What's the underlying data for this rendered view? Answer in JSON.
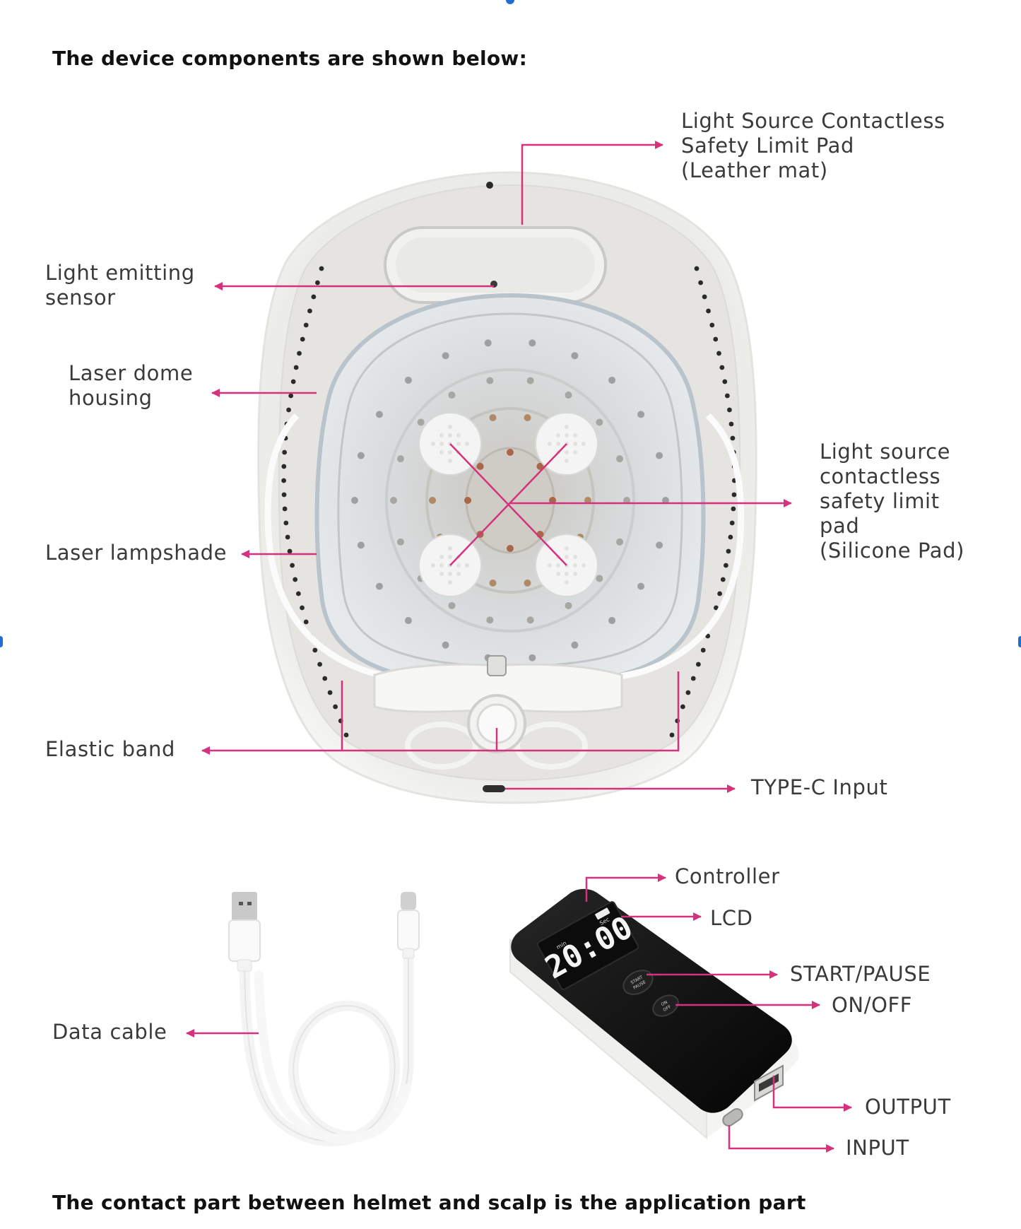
{
  "headings": {
    "top": "The device components are shown below:",
    "bottom": "The contact part between helmet and scalp is the application part"
  },
  "labels": {
    "leather_pad": [
      "Light Source Contactless",
      "Safety Limit Pad",
      "(Leather mat)"
    ],
    "light_sensor": [
      "Light emitting",
      "sensor"
    ],
    "dome_housing": [
      "Laser dome",
      "housing"
    ],
    "silicone_pad": [
      "Light  source",
      "contactless",
      "safety  limit",
      "pad",
      "(Silicone  Pad)"
    ],
    "lampshade": [
      "Laser lampshade"
    ],
    "elastic_band": [
      "Elastic band"
    ],
    "type_c": [
      "TYPE-C Input"
    ],
    "controller": [
      "Controller"
    ],
    "lcd": [
      "LCD"
    ],
    "start_pause": [
      "START/PAUSE"
    ],
    "on_off": [
      "ON/OFF"
    ],
    "output": [
      "OUTPUT"
    ],
    "input": [
      "INPUT"
    ],
    "data_cable": [
      "Data cable"
    ]
  },
  "controller_screen": {
    "time": "20:00",
    "min_label": "min",
    "sec_label": "Sec",
    "start_button": [
      "START",
      "PAUSE"
    ],
    "power_button": [
      "ON",
      "OFF"
    ]
  },
  "colors": {
    "leader_line": "#d6317d",
    "helmet_shell": "#ececea",
    "dome": "#d7dbde",
    "controller_top": "#121212",
    "lcd_text": "#f4f4f4",
    "cable": "#ffffff"
  }
}
